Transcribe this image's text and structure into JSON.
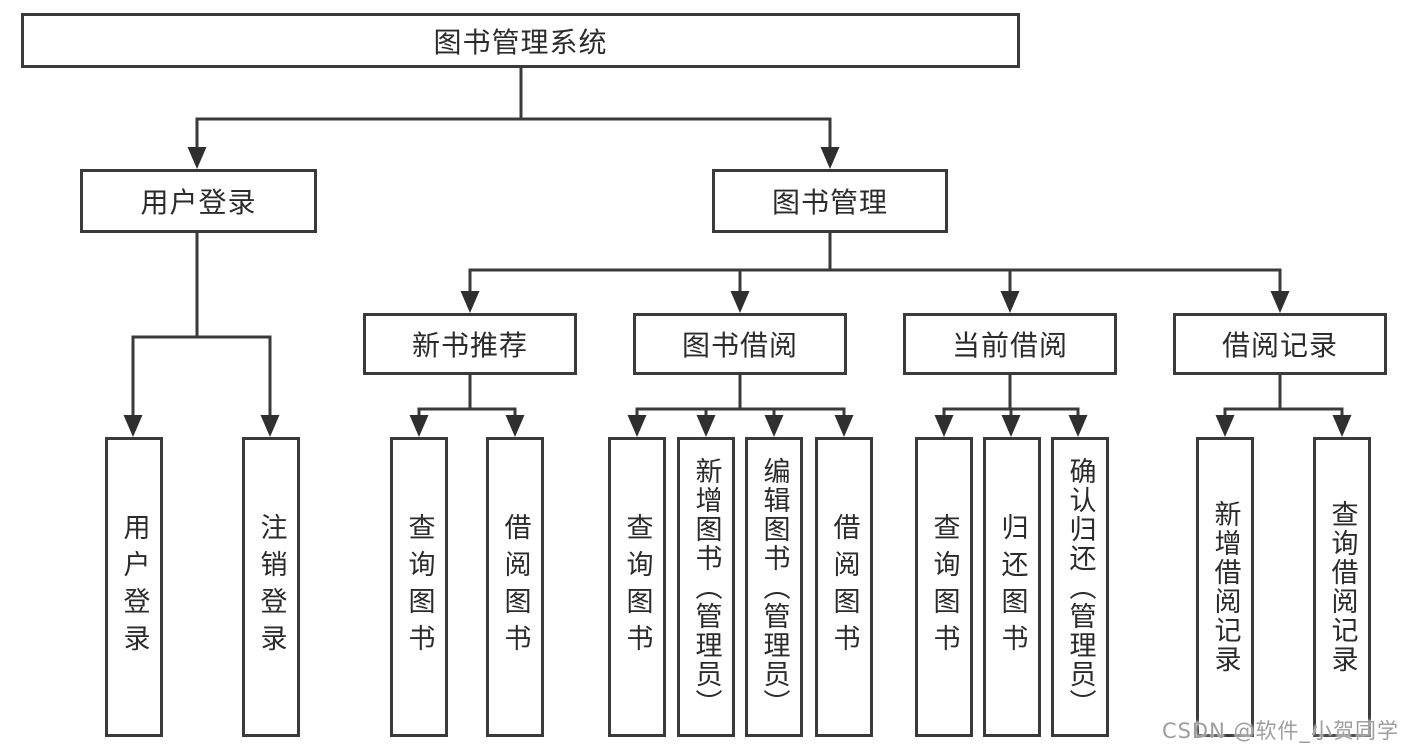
{
  "diagram": {
    "title_node": "图书管理系统",
    "colors": {
      "line": "#3a3a3a",
      "box_border": "#3a3a3a",
      "box_fill": "#ffffff",
      "text": "#2b2b2b",
      "watermark": "#9e9e9e"
    },
    "nodes": {
      "root": "图书管理系统",
      "user_login": "用户登录",
      "book_management": "图书管理",
      "new_book_recommend": "新书推荐",
      "book_borrow": "图书借阅",
      "current_borrow": "当前借阅",
      "borrow_records": "借阅记录",
      "leaves": {
        "user_login_leaf": "用户登录",
        "logout_leaf": "注销登录",
        "rec_query_books": "查询图书",
        "rec_borrow_books": "借阅图书",
        "borrow_query_books": "查询图书",
        "borrow_add_books_admin": "新增图书（管理员）",
        "borrow_edit_books_admin": "编辑图书（管理员）",
        "borrow_borrow_books": "借阅图书",
        "current_query_books": "查询图书",
        "current_return_books": "归还图书",
        "current_confirm_return_admin": "确认归还（管理员）",
        "records_add_record": "新增借阅记录",
        "records_query_record": "查询借阅记录"
      }
    }
  },
  "watermark": "CSDN @软件_小贺同学"
}
